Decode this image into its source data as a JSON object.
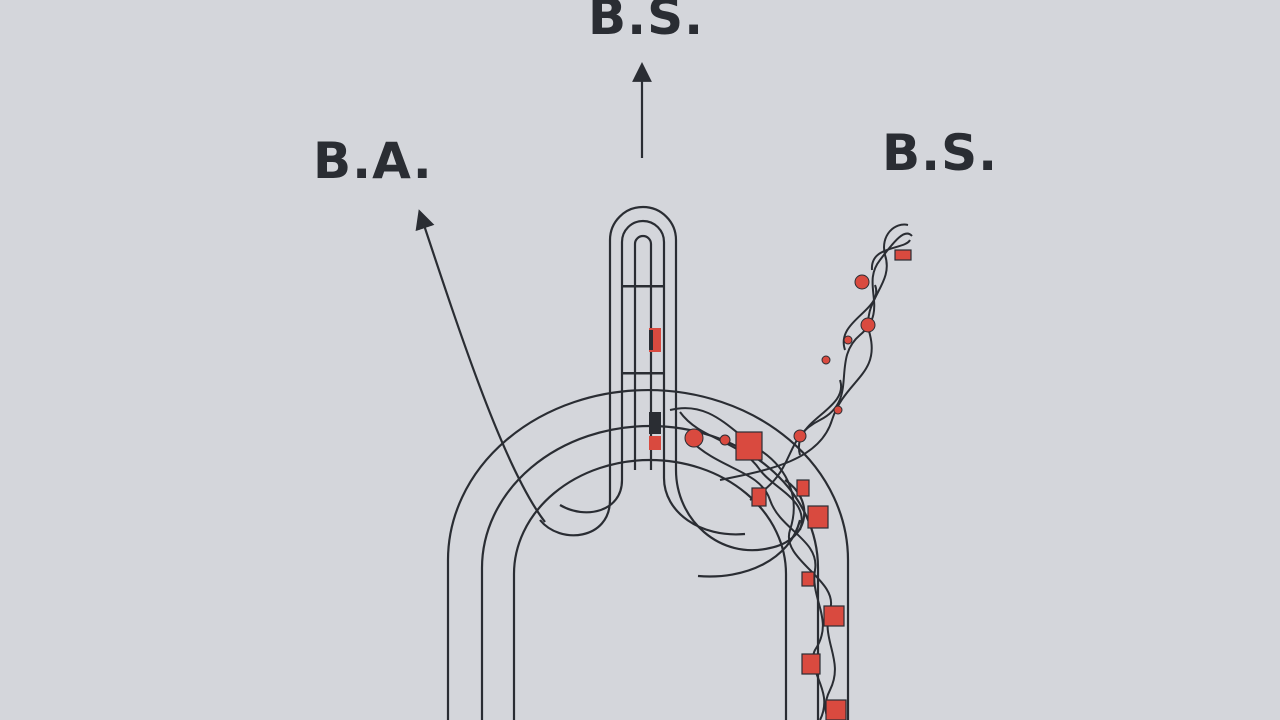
{
  "labels": {
    "top": "B.S.",
    "left": "B.A.",
    "right": "B.S."
  },
  "colors": {
    "background": "#d4d6db",
    "ink": "#2a2d33",
    "accent": "#d94a3f"
  }
}
